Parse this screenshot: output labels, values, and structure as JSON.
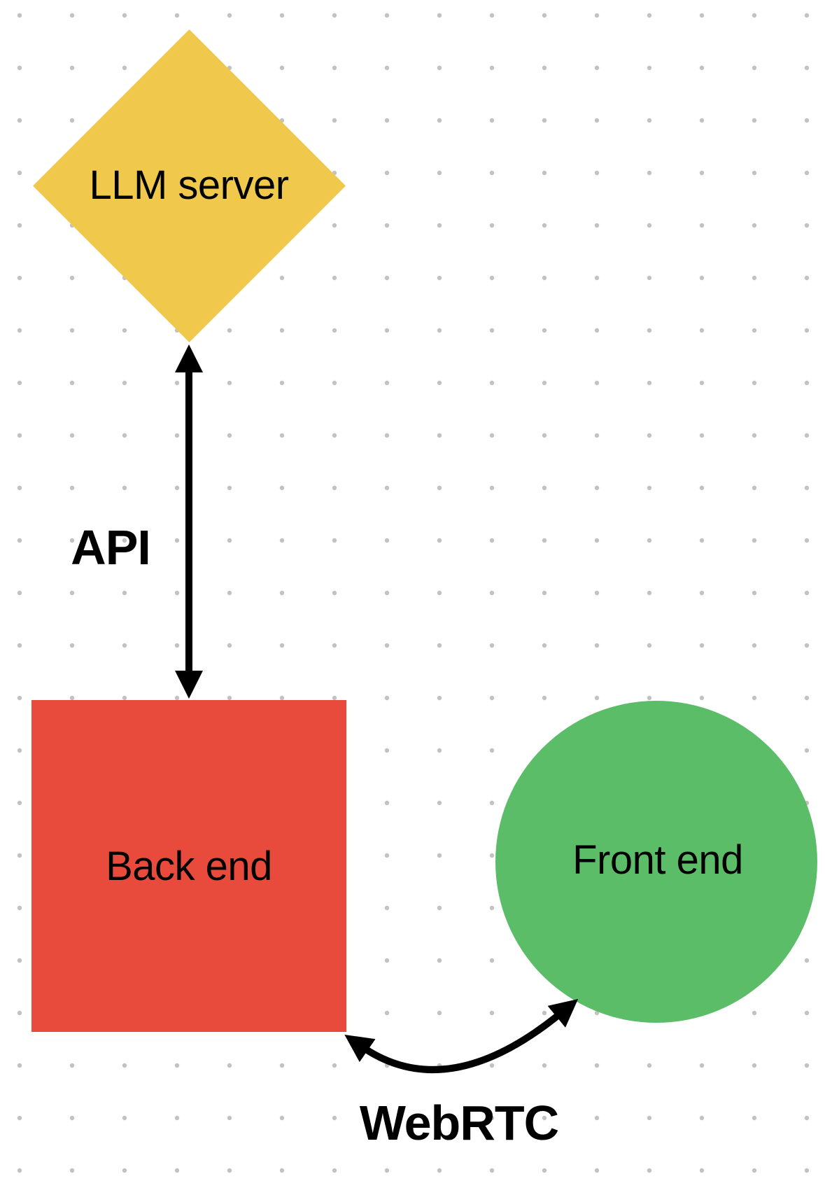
{
  "diagram": {
    "nodes": {
      "llm_server": {
        "label": "LLM server",
        "shape": "diamond",
        "color": "#F0C94C"
      },
      "back_end": {
        "label": "Back end",
        "shape": "square",
        "color": "#E84B3B"
      },
      "front_end": {
        "label": "Front end",
        "shape": "circle",
        "color": "#5CBD69"
      }
    },
    "edges": {
      "api": {
        "label": "API",
        "type": "double-arrow",
        "from": "llm_server",
        "to": "back_end"
      },
      "webrtc": {
        "label": "WebRTC",
        "type": "double-arrow",
        "from": "back_end",
        "to": "front_end"
      }
    }
  },
  "colors": {
    "background": "#ffffff",
    "dot": "#c2c2c2",
    "arrow": "#000000",
    "llm_server": "#F0C94C",
    "back_end": "#E84B3B",
    "front_end": "#5CBD69",
    "label": "#000000"
  }
}
